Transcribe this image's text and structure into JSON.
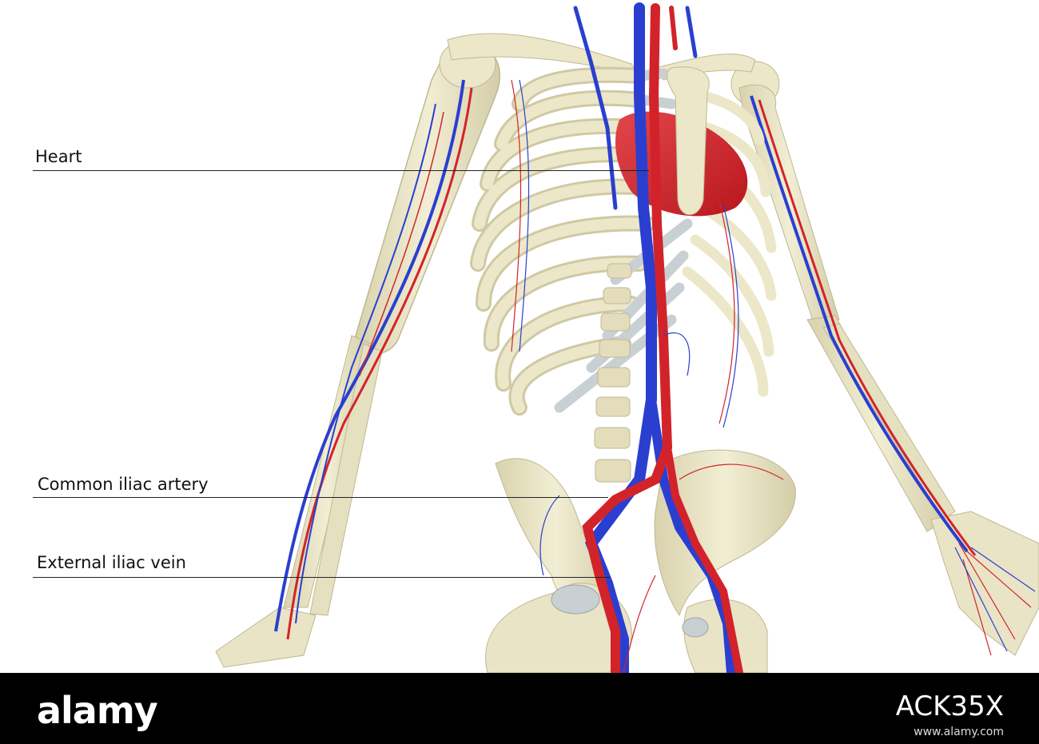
{
  "labels": {
    "heart": "Heart",
    "common_iliac_artery": "Common iliac artery",
    "external_iliac_vein": "External iliac vein"
  },
  "footer": {
    "logo": "alamy",
    "image_id": "ACK35X",
    "url": "www.alamy.com"
  },
  "colors": {
    "bone": "#ece7c8",
    "bone_shade": "#cfc9a4",
    "cartilage": "#c9d0d4",
    "artery": "#d2232a",
    "vein": "#2a3fd0",
    "heart": "#d02a30",
    "footer_bg": "#000000"
  }
}
